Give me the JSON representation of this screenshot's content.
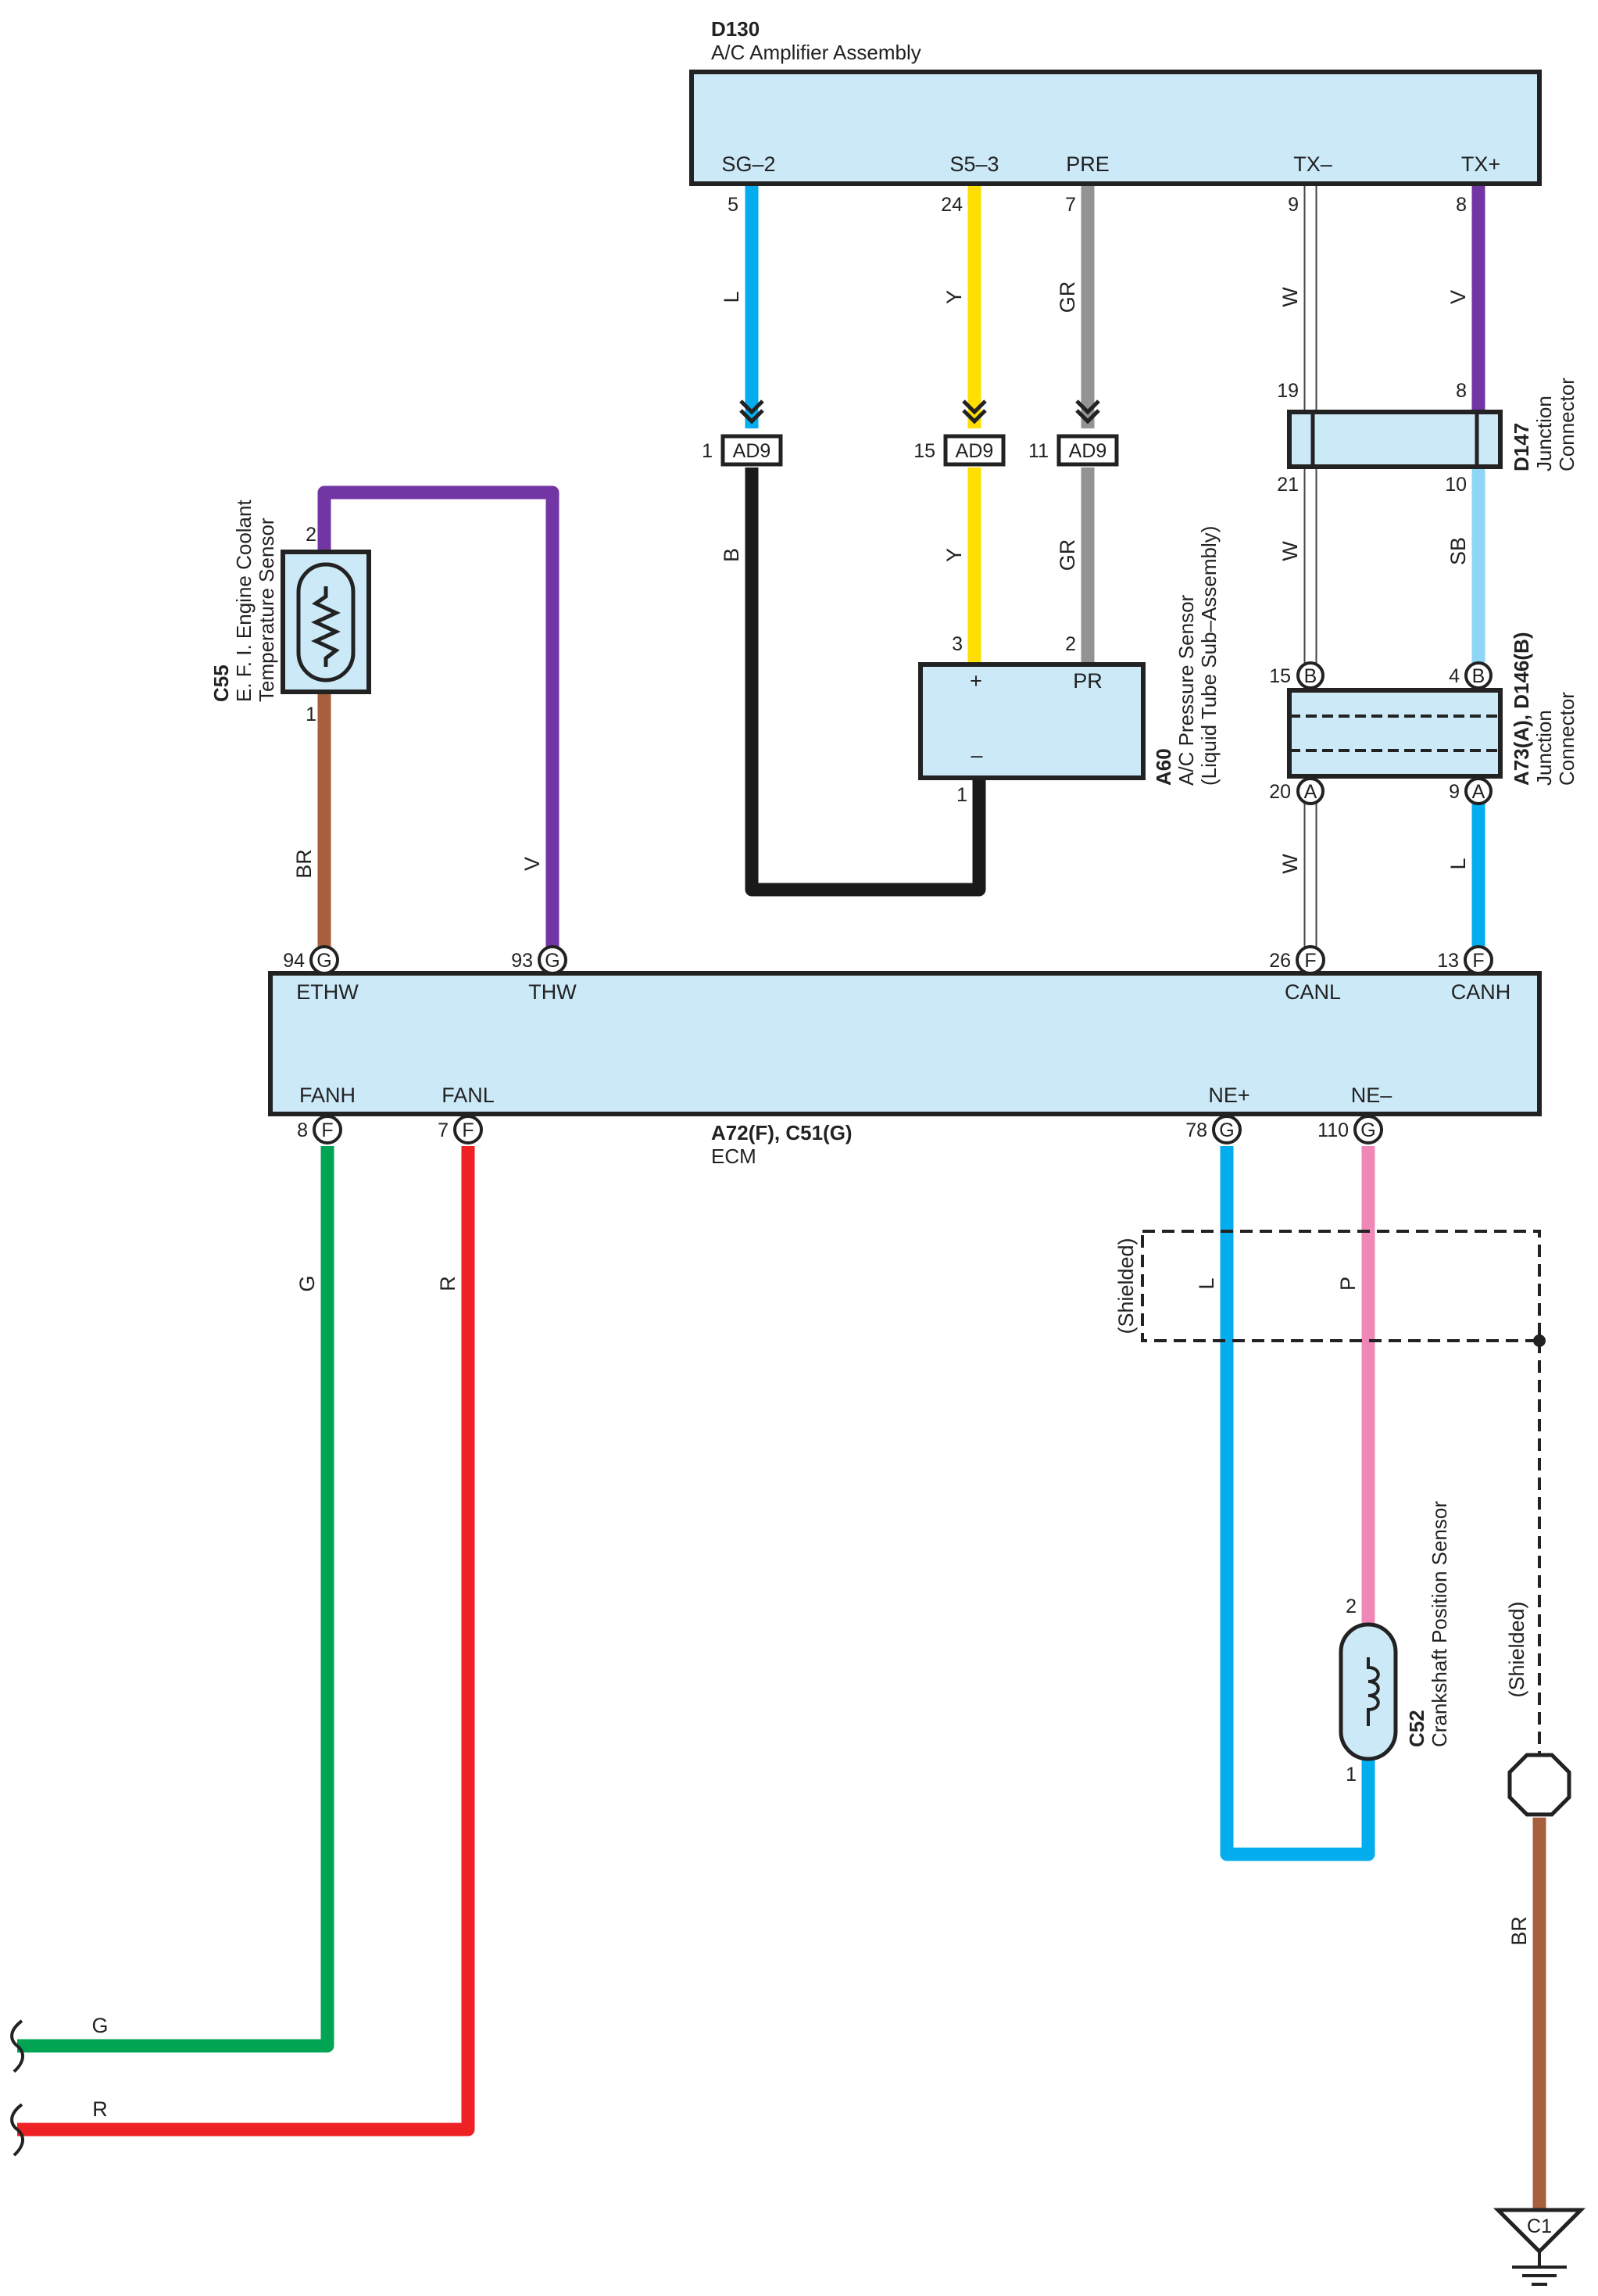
{
  "colors": {
    "L": "#04aeee",
    "Y": "#ffde00",
    "GR": "#939393",
    "W": "#ffffff",
    "V": "#7236a4",
    "B": "#1a1a1a",
    "SB": "#8fd6f6",
    "BR": "#a85f3c",
    "G": "#00a453",
    "R": "#ee2224",
    "P": "#ef88b7",
    "component_fill": "#cce9f8",
    "outline": "#222222"
  },
  "d130": {
    "code": "D130",
    "name": "A/C Amplifier Assembly",
    "terminals": {
      "sg2": {
        "label": "SG–2",
        "pin": "5"
      },
      "s53": {
        "label": "S5–3",
        "pin": "24"
      },
      "pre": {
        "label": "PRE",
        "pin": "7"
      },
      "txm": {
        "label": "TX–",
        "pin": "9"
      },
      "txp": {
        "label": "TX+",
        "pin": "8"
      }
    }
  },
  "ad9": {
    "code": "AD9",
    "pins": {
      "first": "1",
      "second": "15",
      "third": "11"
    }
  },
  "d147": {
    "code": "D147",
    "line1": "Junction",
    "line2": "Connector",
    "pins": {
      "top_left": "19",
      "top_right": "8",
      "bottom_left": "21",
      "bottom_right": "10"
    }
  },
  "a73": {
    "code": "A73(A), D146(B)",
    "line1": "Junction",
    "line2": "Connector",
    "letter_b": "B",
    "letter_a": "A",
    "pins": {
      "b_left": "15",
      "b_right": "4",
      "a_left": "20",
      "a_right": "9"
    }
  },
  "a60": {
    "code": "A60",
    "line1": "A/C Pressure Sensor",
    "line2": "(Liquid Tube Sub–Assembly)",
    "plus": "+",
    "pr": "PR",
    "minus": "–",
    "pins": {
      "plus": "3",
      "pr": "2",
      "minus": "1"
    }
  },
  "c55": {
    "code": "C55",
    "line1": "E. F. I. Engine Coolant",
    "line2": "Temperature Sensor",
    "pins": {
      "top": "2",
      "bottom": "1"
    }
  },
  "ecm": {
    "code": "A72(F), C51(G)",
    "name": "ECM",
    "terminals": {
      "ethw": {
        "label": "ETHW",
        "pin": "94",
        "conn": "G"
      },
      "thw": {
        "label": "THW",
        "pin": "93",
        "conn": "G"
      },
      "canl": {
        "label": "CANL",
        "pin": "26",
        "conn": "F"
      },
      "canh": {
        "label": "CANH",
        "pin": "13",
        "conn": "F"
      },
      "fanh": {
        "label": "FANH",
        "pin": "8",
        "conn": "F"
      },
      "fanl": {
        "label": "FANL",
        "pin": "7",
        "conn": "F"
      },
      "nep": {
        "label": "NE+",
        "pin": "78",
        "conn": "G"
      },
      "nem": {
        "label": "NE–",
        "pin": "110",
        "conn": "G"
      }
    }
  },
  "c52": {
    "code": "C52",
    "name": "Crankshaft Position Sensor",
    "pins": {
      "top": "2",
      "bottom": "1"
    }
  },
  "shield_label": "(Shielded)",
  "ground": {
    "code": "C1"
  },
  "wire_labels": {
    "sg2_top": "L",
    "s53_top": "Y",
    "pre_top": "GR",
    "txm_top": "W",
    "txp_top": "V",
    "ad9_1_bottom": "B",
    "ad9_15_bottom": "Y",
    "ad9_11_bottom": "GR",
    "d147_left_bottom": "W",
    "d147_right_bottom": "SB",
    "a73_left_bottom": "W",
    "a73_right_bottom": "L",
    "c55_wire": "BR",
    "thw_wire": "V",
    "fanh_wire": "G",
    "fanl_wire": "R",
    "nep_wire": "L",
    "nem_wire": "P",
    "ground_wire": "BR",
    "fanh_exit": "G",
    "fanl_exit": "R"
  }
}
